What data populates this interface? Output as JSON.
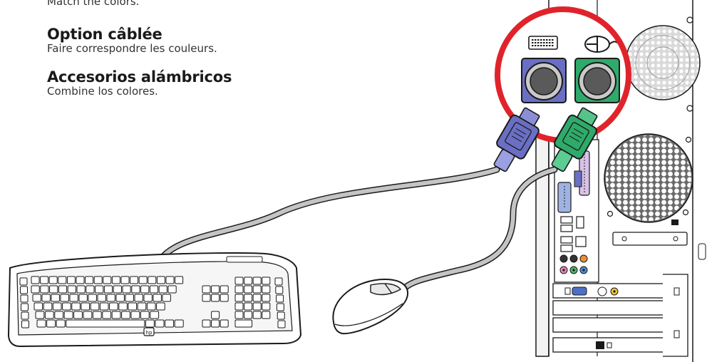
{
  "instructions": {
    "english_caption": "Match the colors.",
    "french": {
      "heading": "Option câblée",
      "text": "Faire correspondre les couleurs."
    },
    "spanish": {
      "heading": "Accesorios alámbricos",
      "text": "Combine los colores."
    }
  },
  "logo": {
    "text": "hp"
  },
  "colors": {
    "keyboard_port": "#6a6fc4",
    "mouse_port": "#2faa6a",
    "highlight_circle": "#e0232b",
    "cable": "#b8b8b8",
    "line": "#1a1a1a",
    "audio_pink": "#e887b4",
    "audio_green": "#55b46c",
    "audio_blue": "#4f8fd0",
    "audio_orange": "#e8913a",
    "monitor_port": "#4c6fc8",
    "svideo_yellow": "#e8c43a"
  }
}
